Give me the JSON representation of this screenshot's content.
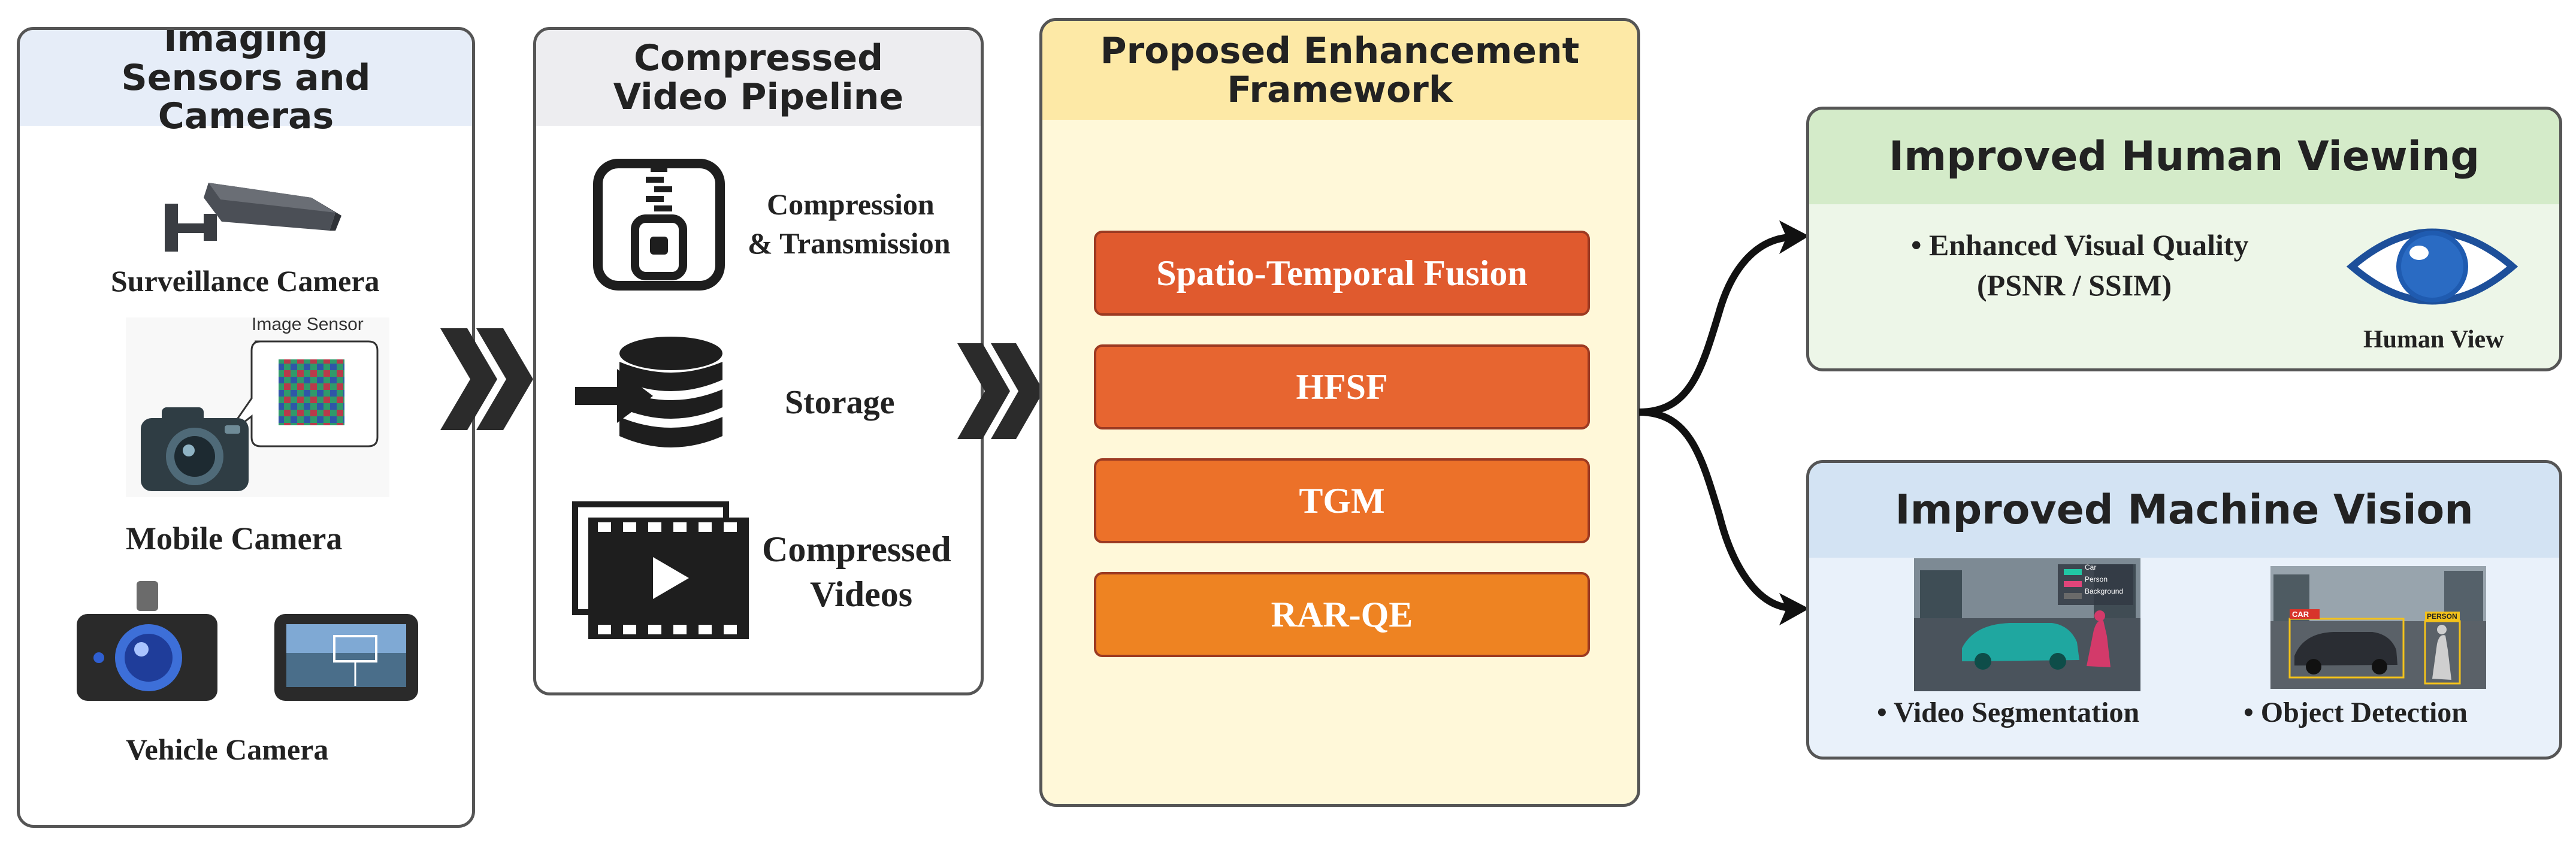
{
  "panels": {
    "sensors": {
      "title": "Imaging Sensors and Cameras",
      "surveillance_label": "Surveillance Camera",
      "image_sensor_label": "Image Sensor",
      "mobile_label": "Mobile Camera",
      "vehicle_label": "Vehicle Camera"
    },
    "pipeline": {
      "title": "Compressed Video Pipeline",
      "compression_label_1": "Compression",
      "compression_label_2": "& Transmission",
      "storage_label": "Storage",
      "videos_label_1": "Compressed",
      "videos_label_2": "Videos"
    },
    "framework": {
      "title": "Proposed Enhancement Framework",
      "modules": [
        "Spatio-Temporal Fusion",
        "HFSF",
        "TGM",
        "RAR-QE"
      ]
    },
    "human": {
      "title": "Improved Human Viewing",
      "bullet_1": "• Enhanced Visual Quality",
      "bullet_2": "(PSNR / SSIM)",
      "icon_label": "Human View"
    },
    "machine": {
      "title": "Improved Machine Vision",
      "seg_label": "• Video Segmentation",
      "det_label": "• Object Detection",
      "seg_legend": [
        "Car",
        "Person",
        "Background"
      ],
      "det_tags": [
        "CAR",
        "PERSON"
      ]
    }
  },
  "colors": {
    "module_fills": [
      "#e05a2e",
      "#e76530",
      "#ec7129",
      "#ee8322"
    ],
    "sensors_header": "#e6edf8",
    "pipeline_header": "#ededf0",
    "framework_header": "#fde9a6",
    "framework_body": "#fff8d9",
    "human_header": "#d4ebc9",
    "human_body": "#edf6e8",
    "machine_header": "#d3e3f3",
    "machine_body": "#e9f1fa"
  }
}
